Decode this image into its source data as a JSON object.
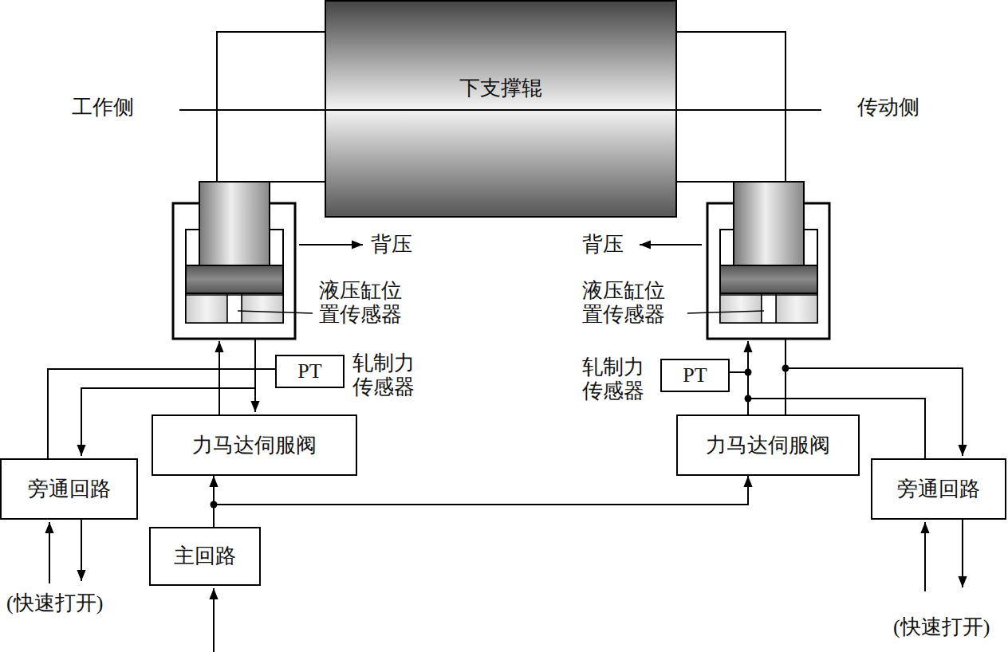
{
  "diagram": {
    "nodes": [
      {
        "text": [
          "下支撑辊"
        ]
      },
      {
        "text": [
          "旁通回路"
        ]
      },
      {
        "text": [
          "力马达伺服阀"
        ]
      },
      {
        "text": [
          "主回路"
        ]
      },
      {
        "text": [
          "力马达伺服阀"
        ]
      },
      {
        "text": [
          "旁通回路"
        ]
      },
      {
        "text": [
          "PT",
          "轧制力 传感器"
        ]
      },
      {
        "text": [
          "PT",
          "轧制力 传感器"
        ]
      }
    ],
    "edges": [
      {
        "from": 3,
        "to": 2,
        "arrow": "to"
      },
      {
        "from": 3,
        "to": 4,
        "arrow": "to"
      },
      {
        "from": 6,
        "to": 1,
        "arrow": "none"
      }
    ],
    "labels": [
      "工作侧",
      "传动侧",
      "背压",
      "背压",
      "液压缸位 置传感器",
      "液压缸位 置传感器",
      "(快速打开)",
      "(快速打开)"
    ]
  }
}
